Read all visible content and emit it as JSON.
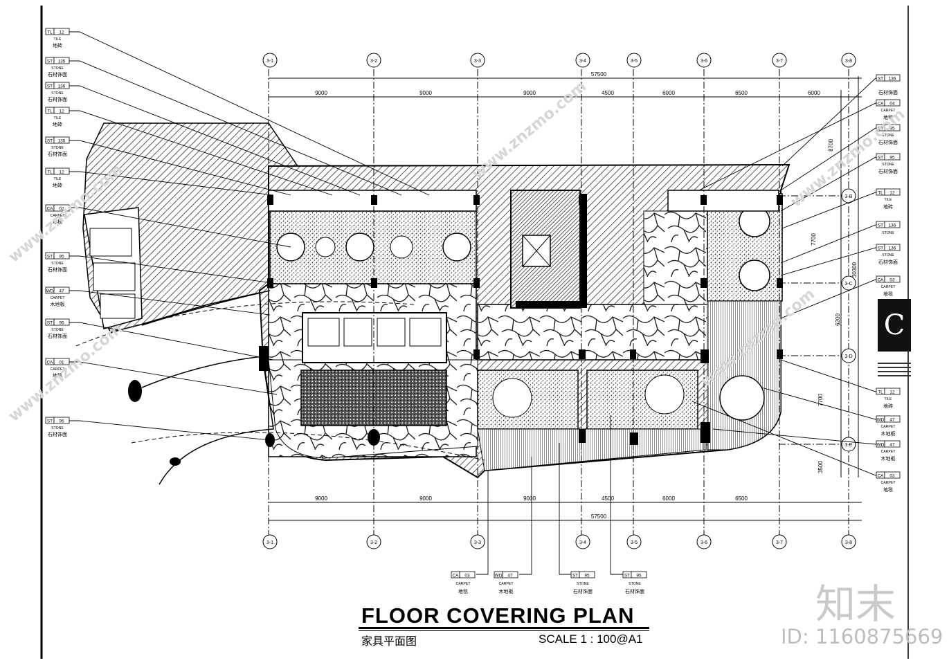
{
  "drawing": {
    "title": "FLOOR COVERING PLAN",
    "subtitle": "家具平面图",
    "scale": "SCALE 1 : 100@A1"
  },
  "grid_labels": [
    "3-1",
    "3-2",
    "3-3",
    "3-4",
    "3-5",
    "3-6",
    "3-7",
    "3-8"
  ],
  "row_labels": [
    "3-B",
    "3-C",
    "3-D",
    "3-E"
  ],
  "dims_top": [
    "9000",
    "9000",
    "9000",
    "4500",
    "6000",
    "6500",
    "6000"
  ],
  "dims_bottom": [
    "9000",
    "9000",
    "9000",
    "4500",
    "6000",
    "6500"
  ],
  "overall_dim": "57500",
  "dims_right": [
    "8700",
    "7700",
    "6200",
    "7700",
    "3500"
  ],
  "overall_right": "30300",
  "tags_left": [
    {
      "code": "TL",
      "num": "12",
      "en": "TILE",
      "cn": "地砖"
    },
    {
      "code": "ST",
      "num": "135",
      "en": "STONE",
      "cn": "石材饰面"
    },
    {
      "code": "ST",
      "num": "136",
      "en": "STONE",
      "cn": "石材饰面"
    },
    {
      "code": "TL",
      "num": "12",
      "en": "TILE",
      "cn": "地砖"
    },
    {
      "code": "ST",
      "num": "135",
      "en": "STONE",
      "cn": "石材饰面"
    },
    {
      "code": "TL",
      "num": "12",
      "en": "TILE",
      "cn": "地砖"
    },
    {
      "code": "CA",
      "num": "02",
      "en": "CARPET",
      "cn": "地毯"
    },
    {
      "code": "ST",
      "num": "95",
      "en": "STONE",
      "cn": "石材饰面"
    },
    {
      "code": "WD",
      "num": "47",
      "en": "CARPET",
      "cn": "木地板"
    },
    {
      "code": "ST",
      "num": "95",
      "en": "STONE",
      "cn": "石材饰面"
    },
    {
      "code": "CA",
      "num": "01",
      "en": "CARPET",
      "cn": "地毯"
    },
    {
      "code": "ST",
      "num": "95",
      "en": "STONE",
      "cn": "石材饰面"
    }
  ],
  "tags_right": [
    {
      "code": "ST",
      "num": "136",
      "en": "",
      "cn": "石材饰面"
    },
    {
      "code": "CA",
      "num": "04",
      "en": "CARPET",
      "cn": "地毯"
    },
    {
      "code": "ST",
      "num": "95",
      "en": "STONE",
      "cn": "石材饰面"
    },
    {
      "code": "ST",
      "num": "95",
      "en": "STONE",
      "cn": "石材饰面"
    },
    {
      "code": "TL",
      "num": "12",
      "en": "TILE",
      "cn": "地砖"
    },
    {
      "code": "ST",
      "num": "136",
      "en": "STONE",
      "cn": ""
    },
    {
      "code": "ST",
      "num": "136",
      "en": "STONE",
      "cn": "石材饰面"
    },
    {
      "code": "CA",
      "num": "03",
      "en": "CARPET",
      "cn": "地毯"
    },
    {
      "code": "TL",
      "num": "12",
      "en": "TILE",
      "cn": "地砖"
    },
    {
      "code": "WD",
      "num": "47",
      "en": "CARPET",
      "cn": "木地板"
    },
    {
      "code": "WD",
      "num": "47",
      "en": "CARPET",
      "cn": "木地板"
    },
    {
      "code": "CA",
      "num": "03",
      "en": "CARPET",
      "cn": "地毯"
    }
  ],
  "tags_bottom": [
    {
      "code": "CA",
      "num": "03",
      "en": "CARPET",
      "cn": "地毯"
    },
    {
      "code": "WD",
      "num": "47",
      "en": "CARPET",
      "cn": "木地板"
    },
    {
      "code": "ST",
      "num": "95",
      "en": "STONE",
      "cn": "石材饰面"
    },
    {
      "code": "ST",
      "num": "95",
      "en": "STONE",
      "cn": "石材饰面"
    }
  ],
  "watermark": {
    "brand": "知末",
    "id": "ID: 1160875669",
    "site": "www.znzmo.com"
  },
  "logo": {
    "mark": "C"
  }
}
